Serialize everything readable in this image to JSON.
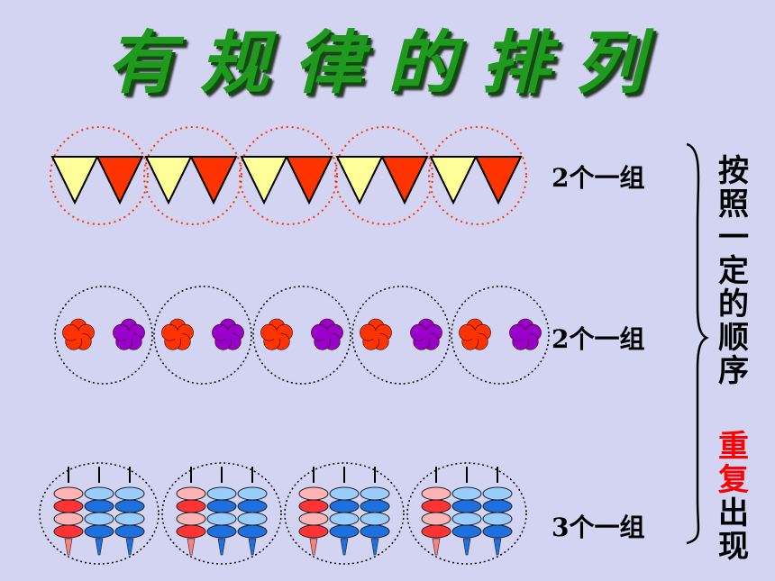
{
  "title": "有规律的排列",
  "rows": [
    {
      "label": "2个一组",
      "unit": "flags",
      "colors": [
        "#ffff99",
        "#ff3300"
      ]
    },
    {
      "label": "2个一组",
      "unit": "flowers",
      "colors": [
        "#ff3300",
        "#9900cc"
      ]
    },
    {
      "label": "3个一组",
      "unit": "abacus",
      "colors": [
        "#ff3333",
        "#1e6fe0",
        "#1e6fe0"
      ]
    }
  ],
  "summary": {
    "line1": [
      "按",
      "照",
      "一",
      "定",
      "的",
      "顺",
      "序"
    ],
    "line2_highlight": [
      "重",
      "复"
    ],
    "line2_rest": [
      "出",
      "现"
    ],
    "highlight_color": "#ff0000"
  }
}
